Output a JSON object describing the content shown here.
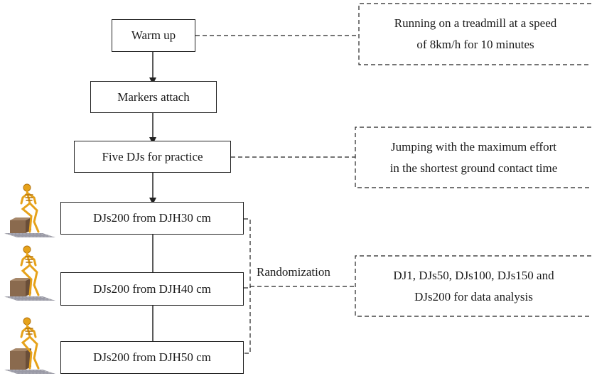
{
  "flow": {
    "warm_up": "Warm up",
    "markers_attach": "Markers attach",
    "practice": "Five DJs for practice",
    "dj30": "DJs200 from  DJH30 cm",
    "dj40": "DJs200 from  DJH40 cm",
    "dj50": "DJs200 from  DJH50 cm"
  },
  "notes": {
    "warm_up_line1": "Running on a treadmill at a speed",
    "warm_up_line2": "of 8km/h for 10 minutes",
    "practice_line1": "Jumping with the maximum effort",
    "practice_line2": "in the shortest ground contact time",
    "analysis_line1": "DJ1, DJs50, DJs100, DJs150 and",
    "analysis_line2": "DJs200 for data analysis"
  },
  "randomization_label": "Randomization",
  "colors": {
    "line": "#222222",
    "skeleton": "#e6a21a",
    "skeleton_dark": "#b37410",
    "box": "#8a6a4e",
    "box_dark": "#6a4e38",
    "floor": "#9a9aa6"
  }
}
